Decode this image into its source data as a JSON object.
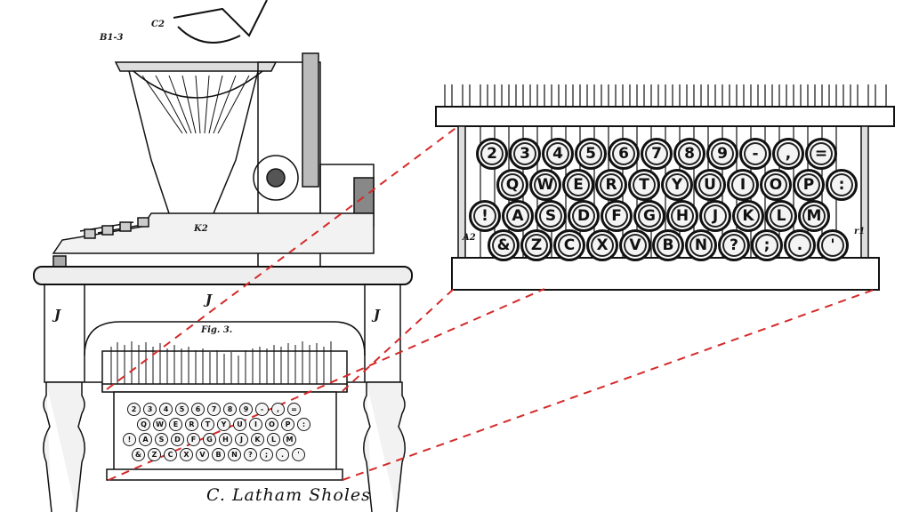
{
  "figure": {
    "caption": "Fig. 3.",
    "table_labels": [
      "J",
      "J",
      "J"
    ],
    "signature": "C. Latham Sholes",
    "annotation_labels": [
      "B1-3",
      "C2",
      "K2",
      "A2",
      "r1"
    ],
    "colors": {
      "ink": "#111111",
      "background": "#ffffff",
      "dashed_lines": "#d42a2a"
    }
  },
  "keyboard": {
    "rows": [
      [
        "2",
        "3",
        "4",
        "5",
        "6",
        "7",
        "8",
        "9",
        "-",
        ",",
        "="
      ],
      [
        "Q",
        "W",
        "E",
        "R",
        "T",
        "Y",
        "U",
        "I",
        "O",
        "P",
        ":"
      ],
      [
        "!",
        "A",
        "S",
        "D",
        "F",
        "G",
        "H",
        "J",
        "K",
        "L",
        "M"
      ],
      [
        "&",
        "Z",
        "C",
        "X",
        "V",
        "B",
        "N",
        "?",
        ";",
        ".",
        "'"
      ]
    ]
  }
}
